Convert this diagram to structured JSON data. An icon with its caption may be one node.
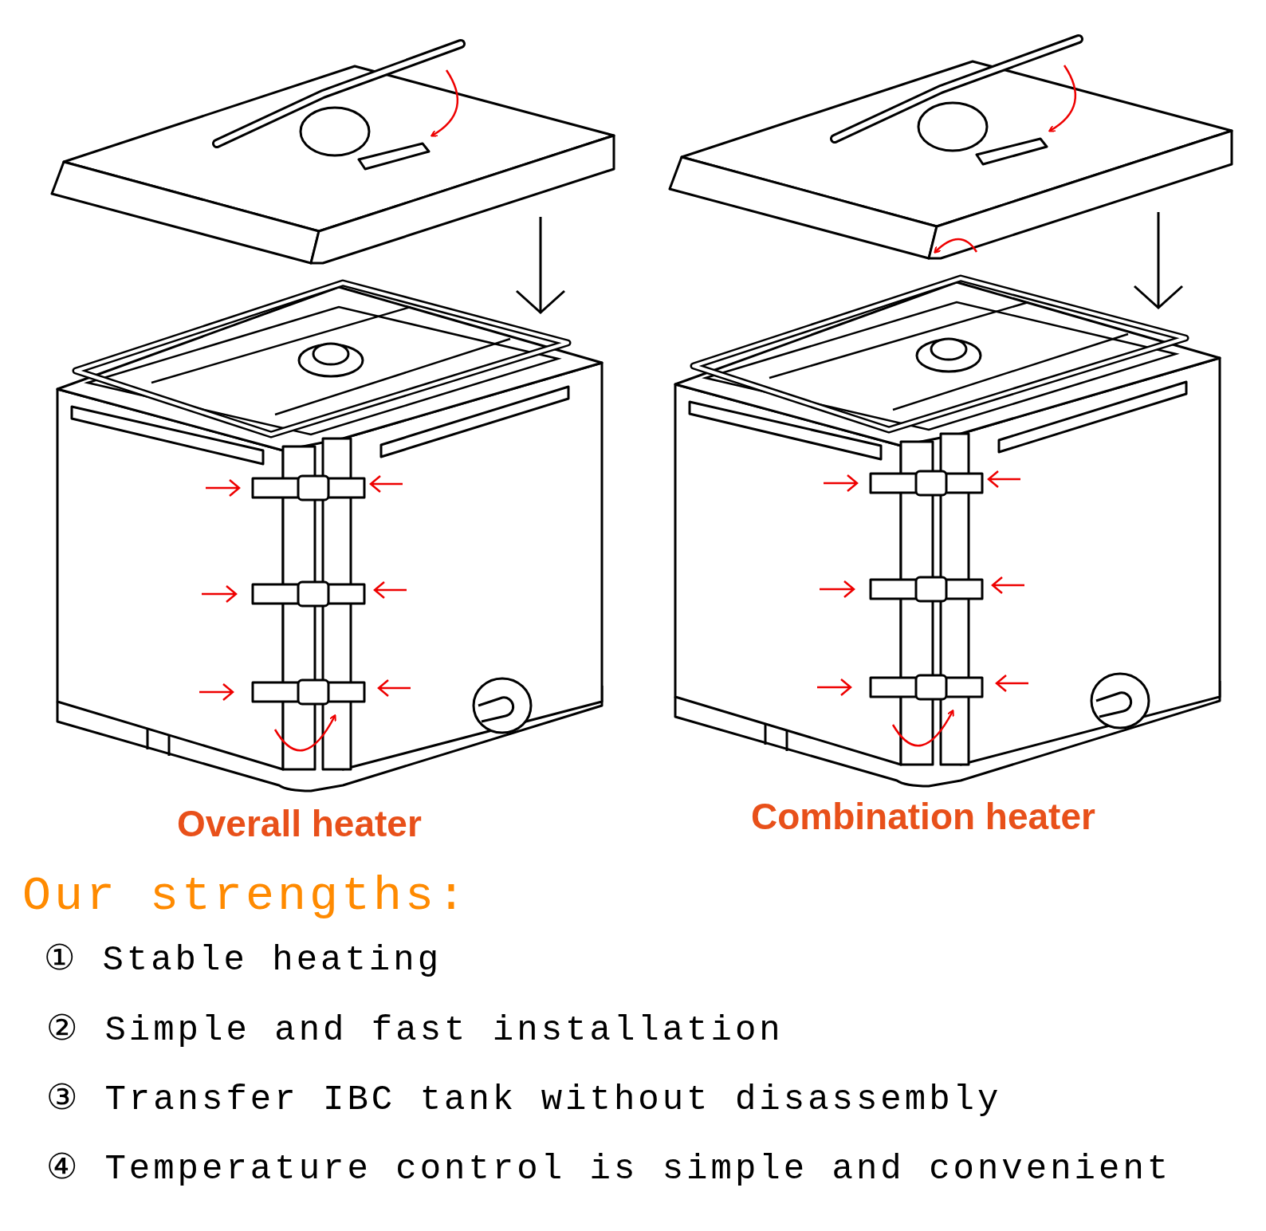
{
  "diagram": {
    "labels": [
      "Overall heater",
      "Combination heater",
      "Our strengths:",
      "① Stable heating",
      "② Simple and fast installation",
      "③ Transfer IBC tank without disassembly",
      "④ Temperature control is simple and convenient"
    ]
  }
}
